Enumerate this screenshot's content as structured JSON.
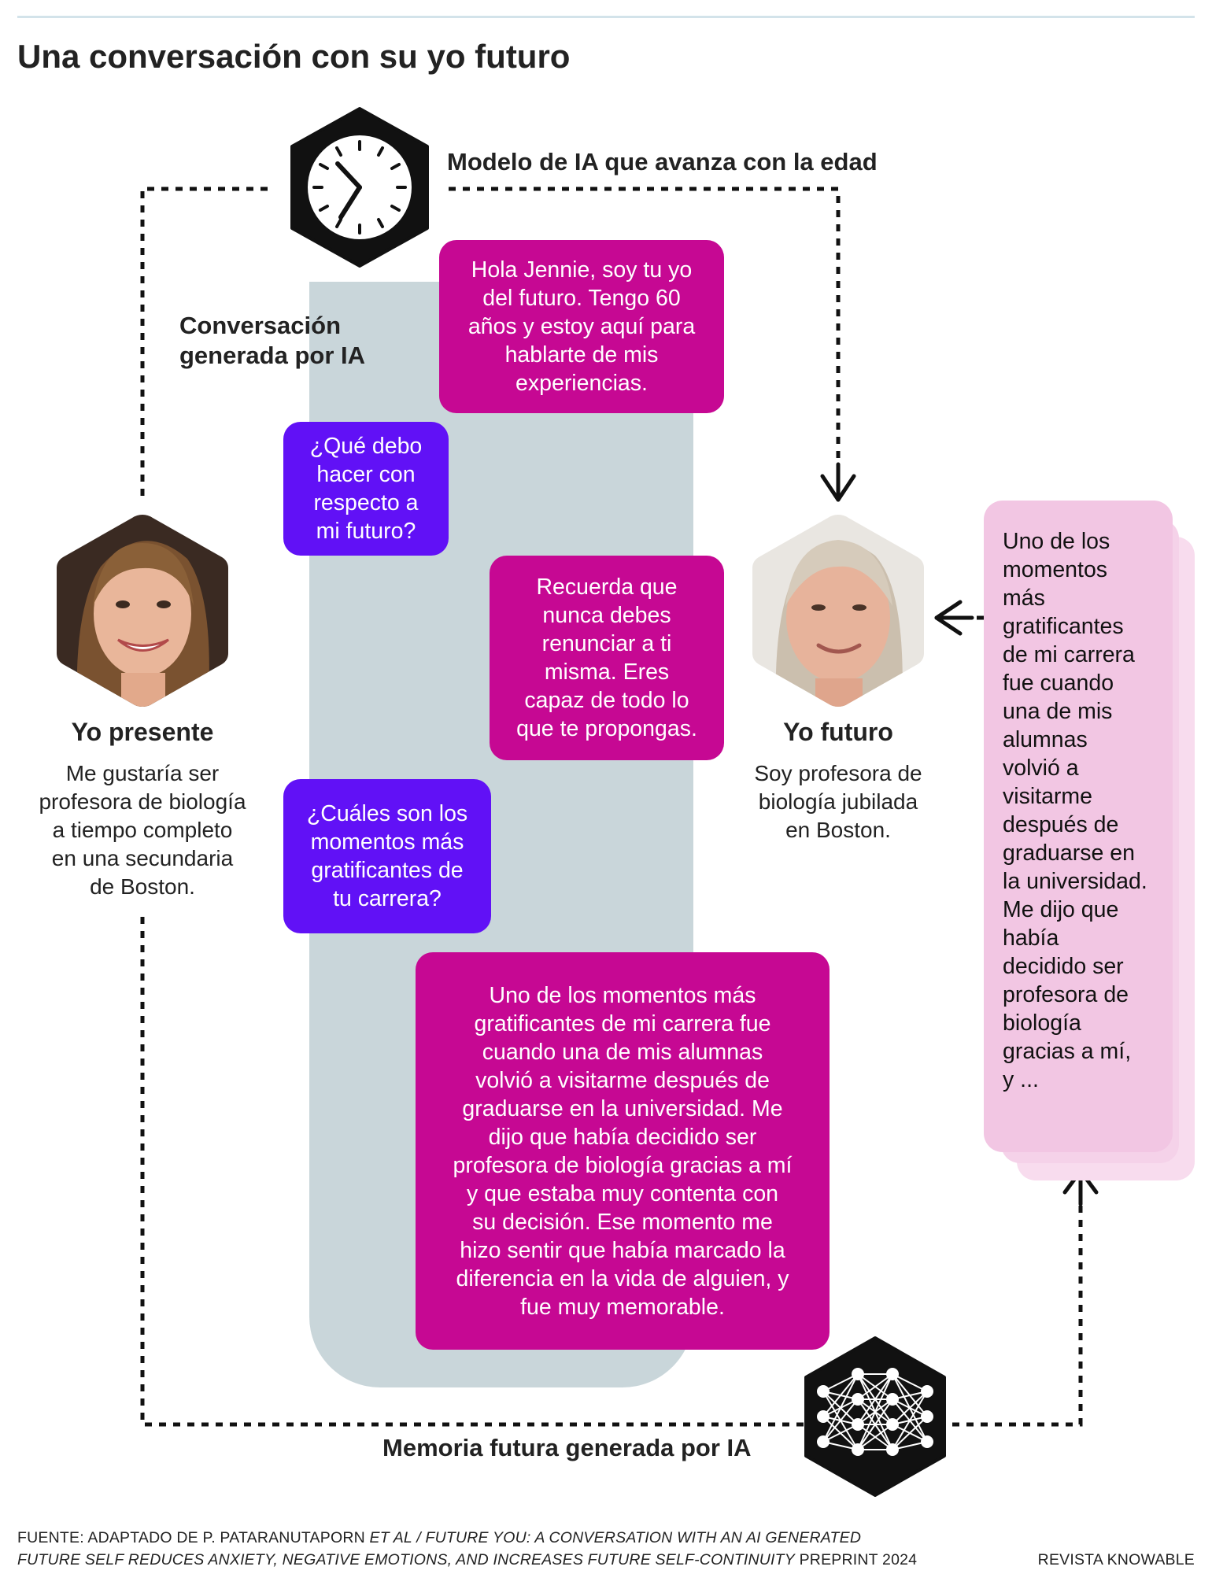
{
  "title": "Una conversación con su yo futuro",
  "aging_model": {
    "label": "Modelo de IA que avanza con la edad",
    "icon": "clock-icon"
  },
  "conversation": {
    "label": "Conversación\ngenerada por IA",
    "messages": [
      {
        "from": "future",
        "text": "Hola Jennie, soy tu yo\ndel futuro. Tengo 60\naños y estoy aquí para\nhablarte de mis\nexperiencias."
      },
      {
        "from": "present",
        "text": "¿Qué debo\nhacer con\nrespecto a\nmi futuro?"
      },
      {
        "from": "future",
        "text": "Recuerda que\nnunca debes\nrenunciar a ti\nmisma. Eres\ncapaz de todo lo\nque te propongas."
      },
      {
        "from": "present",
        "text": "¿Cuáles son los\nmomentos más\ngratificantes de\ntu carrera?"
      },
      {
        "from": "future",
        "text": "Uno de los momentos más\ngratificantes de mi carrera fue\ncuando una de mis alumnas\nvolvió a visitarme después de\ngraduarse en la universidad. Me\ndijo que había decidido ser\nprofesora de biología gracias a mí\ny que estaba muy contenta con\nsu decisión. Ese momento me\nhizo sentir que había marcado la\ndiferencia en la vida de alguien, y\nfue muy memorable."
      }
    ]
  },
  "present_self": {
    "name": "Yo presente",
    "description": "Me gustaría ser\nprofesora de biología\na tiempo completo\nen una secundaria\nde Boston."
  },
  "future_self": {
    "name": "Yo futuro",
    "description": "Soy profesora de\nbiología jubilada\nen Boston."
  },
  "memory_card": {
    "text": "Uno de los\nmomentos\nmás\ngratificantes\nde mi carrera\nfue cuando\nuna de mis\nalumnas\nvolvió a\nvisitarme\ndespués de\ngraduarse en\nla universidad.\nMe dijo que\nhabía\ndecidido ser\nprofesora de\nbiología\ngracias a mí,\ny ..."
  },
  "memory_model": {
    "label": "Memoria futura generada por IA",
    "icon": "neural-network-icon"
  },
  "footer": {
    "source_prefix": "FUENTE: ADAPTADO DE  P. PATARANUTAPORN ",
    "source_italic_1": "ET AL / FUTURE YOU: A CONVERSATION WITH AN AI GENERATED",
    "source_italic_2": "FUTURE SELF REDUCES ANXIETY, NEGATIVE EMOTIONS, AND INCREASES FUTURE SELF-CONTINUITY",
    "source_suffix": " PREPRINT 2024",
    "publisher": "REVISTA KNOWABLE"
  },
  "colors": {
    "future_bubble": "#c60893",
    "present_bubble": "#6111f6",
    "panel": "#c9d6da",
    "memory_card": "#f2c6e3",
    "topline": "#d3e3ea"
  }
}
